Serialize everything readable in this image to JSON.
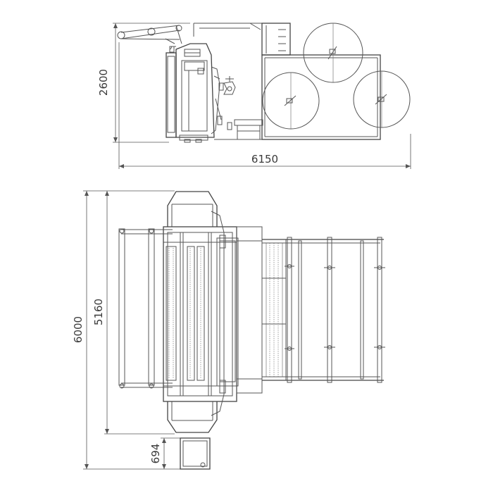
{
  "dimensions": {
    "side_height": "2600",
    "side_width": "6150",
    "top_total_depth": "6000",
    "top_machine_depth": "5160",
    "console_depth": "694"
  }
}
